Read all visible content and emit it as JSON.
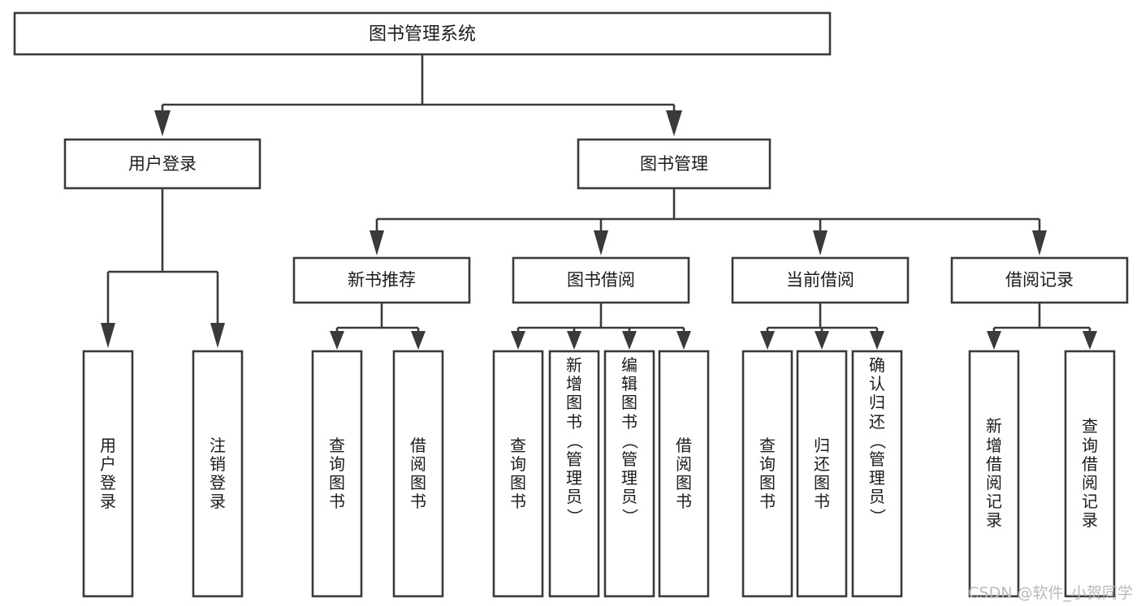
{
  "diagram": {
    "title": "图书管理系统",
    "type": "hierarchy-tree",
    "watermark": "CSDN @软件_小贺同学",
    "colors": {
      "stroke": "#3a3a3a",
      "fill": "#ffffff",
      "text": "#1b1b1b",
      "watermark": "#b9b9b9"
    },
    "root": {
      "label": "图书管理系统"
    },
    "level2": [
      {
        "label": "用户登录"
      },
      {
        "label": "图书管理"
      }
    ],
    "level3": [
      {
        "label": "新书推荐"
      },
      {
        "label": "图书借阅"
      },
      {
        "label": "当前借阅"
      },
      {
        "label": "借阅记录"
      }
    ],
    "leaves": {
      "user_login": [
        {
          "label": "用户登录",
          "chars": [
            "用",
            "户",
            "登",
            "录"
          ]
        },
        {
          "label": "注销登录",
          "chars": [
            "注",
            "销",
            "登",
            "录"
          ]
        }
      ],
      "new_book": [
        {
          "label": "查询图书",
          "chars": [
            "查",
            "询",
            "图",
            "书"
          ]
        },
        {
          "label": "借阅图书",
          "chars": [
            "借",
            "阅",
            "图",
            "书"
          ]
        }
      ],
      "book_borrow": [
        {
          "label": "查询图书",
          "chars": [
            "查",
            "询",
            "图",
            "书"
          ]
        },
        {
          "label": "新增图书（管理员）",
          "chars": [
            "新",
            "增",
            "图",
            "书",
            "（",
            "管",
            "理",
            "员",
            "）"
          ]
        },
        {
          "label": "编辑图书（管理员）",
          "chars": [
            "编",
            "辑",
            "图",
            "书",
            "（",
            "管",
            "理",
            "员",
            "）"
          ]
        },
        {
          "label": "借阅图书",
          "chars": [
            "借",
            "阅",
            "图",
            "书"
          ]
        }
      ],
      "current_borrow": [
        {
          "label": "查询图书",
          "chars": [
            "查",
            "询",
            "图",
            "书"
          ]
        },
        {
          "label": "归还图书",
          "chars": [
            "归",
            "还",
            "图",
            "书"
          ]
        },
        {
          "label": "确认归还（管理员）",
          "chars": [
            "确",
            "认",
            "归",
            "还",
            "（",
            "管",
            "理",
            "员",
            "）"
          ]
        }
      ],
      "borrow_record": [
        {
          "label": "新增借阅记录",
          "chars": [
            "新",
            "增",
            "借",
            "阅",
            "记",
            "录"
          ]
        },
        {
          "label": "查询借阅记录",
          "chars": [
            "查",
            "询",
            "借",
            "阅",
            "记",
            "录"
          ]
        }
      ]
    }
  }
}
